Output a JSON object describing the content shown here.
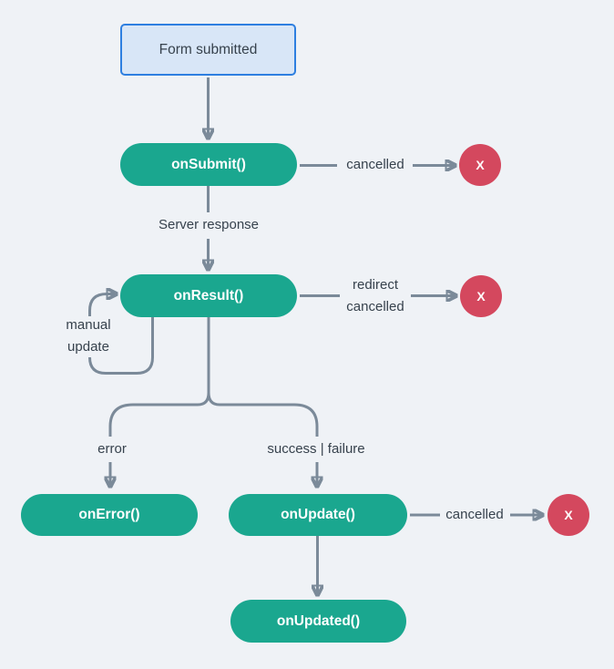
{
  "diagram": {
    "type": "flowchart",
    "background": "#eff2f6",
    "colors": {
      "event_node": "#1aa78f",
      "event_node_text": "#ffffff",
      "terminal_node": "#d4485e",
      "terminal_node_text": "#ffffff",
      "start_node_fill": "#d8e6f7",
      "start_node_border": "#2e7fe0",
      "edge": "#7b8a99",
      "label_text": "#37424d"
    },
    "nodes": {
      "start": {
        "label": "Form submitted"
      },
      "onsubmit": {
        "label": "onSubmit()"
      },
      "onresult": {
        "label": "onResult()"
      },
      "onerror": {
        "label": "onError()"
      },
      "onupdate": {
        "label": "onUpdate()"
      },
      "onupdated": {
        "label": "onUpdated()"
      },
      "terminal": {
        "label": "X"
      }
    },
    "edge_labels": {
      "cancelled_submit": "cancelled",
      "server_response": "Server response",
      "redirect_line1": "redirect",
      "redirect_line2": "cancelled",
      "manual_line1": "manual",
      "manual_line2": "update",
      "error": "error",
      "success_failure": "success | failure",
      "cancelled_update": "cancelled"
    },
    "flow": [
      "Form submitted -> onSubmit()",
      "onSubmit() -cancelled-> X",
      "onSubmit() -Server response-> onResult()",
      "onResult() -redirect cancelled-> X",
      "onResult() -manual update-> onResult()",
      "onResult() -error-> onError()",
      "onResult() -success | failure-> onUpdate()",
      "onUpdate() -cancelled-> X",
      "onUpdate() -> onUpdated()"
    ]
  }
}
